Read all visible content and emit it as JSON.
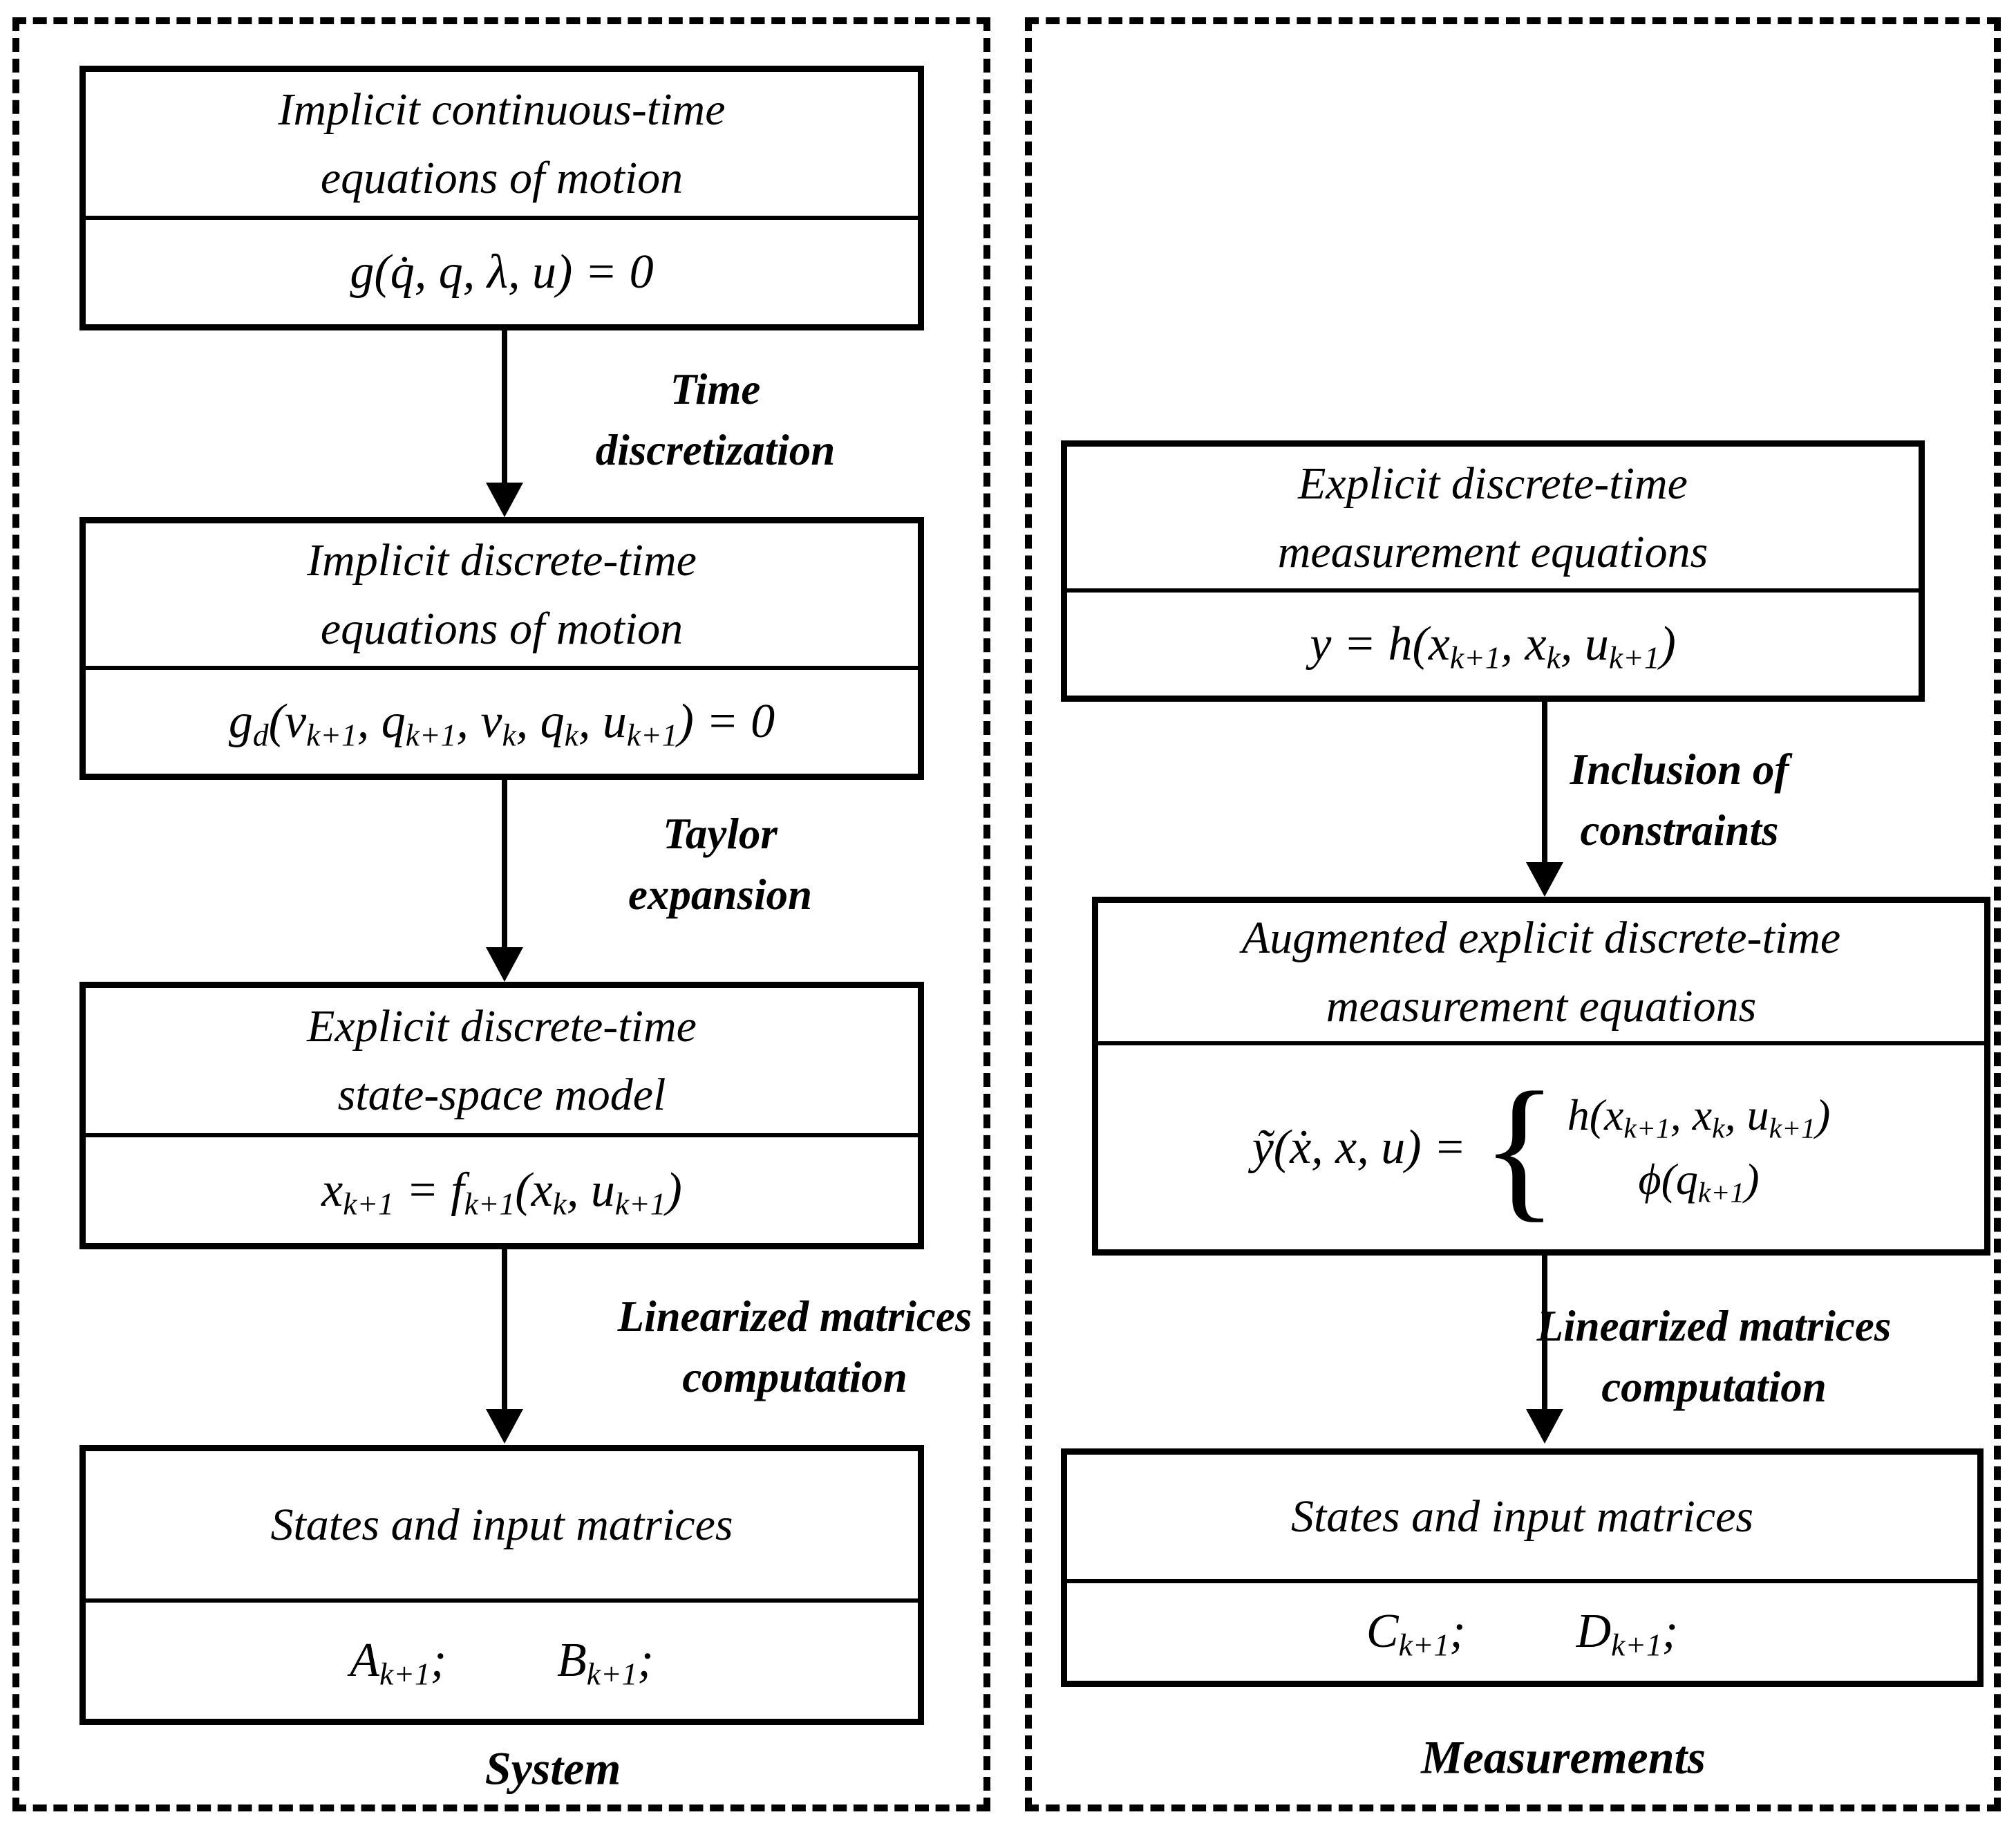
{
  "colors": {
    "ink": "#000000",
    "background": "#ffffff"
  },
  "figure": {
    "left_panel": {
      "caption": "System",
      "boxes": {
        "b1": {
          "title_lines": [
            "Implicit continuous-time",
            "equations of motion"
          ],
          "equation": [
            {
              "t": "g(q̇, q, λ, u) = 0"
            }
          ]
        },
        "b2": {
          "title_lines": [
            "Implicit discrete-time",
            "equations of motion"
          ],
          "equation": [
            {
              "t": "g"
            },
            {
              "t": "d",
              "sub": true
            },
            {
              "t": "("
            },
            {
              "t": "v"
            },
            {
              "t": "k+1",
              "sub": true
            },
            {
              "t": ", "
            },
            {
              "t": "q"
            },
            {
              "t": "k+1",
              "sub": true
            },
            {
              "t": ", "
            },
            {
              "t": "v"
            },
            {
              "t": "k",
              "sub": true
            },
            {
              "t": ", "
            },
            {
              "t": "q"
            },
            {
              "t": "k",
              "sub": true
            },
            {
              "t": ", "
            },
            {
              "t": "u"
            },
            {
              "t": "k+1",
              "sub": true
            },
            {
              "t": ") = 0"
            }
          ]
        },
        "b3": {
          "title_lines": [
            "Explicit discrete-time",
            "state-space model"
          ],
          "equation": [
            {
              "t": "x"
            },
            {
              "t": "k+1",
              "sub": true
            },
            {
              "t": " = "
            },
            {
              "t": "f"
            },
            {
              "t": "k+1",
              "sub": true
            },
            {
              "t": "("
            },
            {
              "t": "x"
            },
            {
              "t": "k",
              "sub": true
            },
            {
              "t": ", "
            },
            {
              "t": "u"
            },
            {
              "t": "k+1",
              "sub": true
            },
            {
              "t": ")"
            }
          ]
        },
        "b4": {
          "title_lines": [
            "States and input  matrices"
          ],
          "equation_a": [
            {
              "t": "A"
            },
            {
              "t": "k+1",
              "sub": true
            },
            {
              "t": ";"
            }
          ],
          "equation_b": [
            {
              "t": "B"
            },
            {
              "t": "k+1",
              "sub": true
            },
            {
              "t": ";"
            }
          ]
        }
      },
      "arrow_labels": {
        "a1": [
          "Time",
          "discretization"
        ],
        "a2": [
          "Taylor",
          "expansion"
        ],
        "a3": [
          "Linearized matrices",
          "computation"
        ]
      }
    },
    "right_panel": {
      "caption": "Measurements",
      "boxes": {
        "b1": {
          "title_lines": [
            "Explicit discrete-time",
            "measurement equations"
          ],
          "equation": [
            {
              "t": "y = h("
            },
            {
              "t": "x"
            },
            {
              "t": "k+1",
              "sub": true
            },
            {
              "t": ", "
            },
            {
              "t": "x"
            },
            {
              "t": "k",
              "sub": true
            },
            {
              "t": ", "
            },
            {
              "t": "u"
            },
            {
              "t": "k+1",
              "sub": true
            },
            {
              "t": ")"
            }
          ]
        },
        "b2": {
          "title_lines": [
            "Augmented explicit discrete-time",
            "measurement equations"
          ],
          "equation_lhs": [
            {
              "t": "ỹ(ẋ, x, u) = "
            }
          ],
          "brace": "{",
          "case_line_1": [
            {
              "t": "h("
            },
            {
              "t": "x"
            },
            {
              "t": "k+1",
              "sub": true
            },
            {
              "t": ", "
            },
            {
              "t": "x"
            },
            {
              "t": "k",
              "sub": true
            },
            {
              "t": ", "
            },
            {
              "t": "u"
            },
            {
              "t": "k+1",
              "sub": true
            },
            {
              "t": ")"
            }
          ],
          "case_line_2": [
            {
              "t": "ϕ("
            },
            {
              "t": "q"
            },
            {
              "t": "k+1",
              "sub": true
            },
            {
              "t": ")"
            }
          ]
        },
        "b3": {
          "title_lines": [
            "States and input  matrices"
          ],
          "equation_a": [
            {
              "t": "C"
            },
            {
              "t": "k+1",
              "sub": true
            },
            {
              "t": ";"
            }
          ],
          "equation_b": [
            {
              "t": "D"
            },
            {
              "t": "k+1",
              "sub": true
            },
            {
              "t": ";"
            }
          ]
        }
      },
      "arrow_labels": {
        "a1": [
          "Inclusion of",
          "constraints"
        ],
        "a2": [
          "Linearized matrices",
          "computation"
        ]
      }
    }
  }
}
